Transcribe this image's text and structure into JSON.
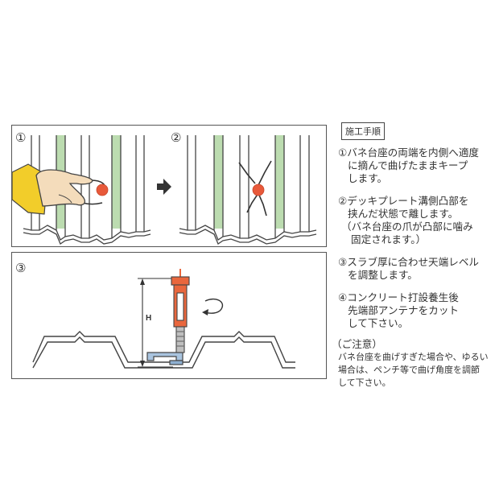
{
  "diagram": {
    "step_markers": {
      "step1": "①",
      "step2": "②",
      "step3": "③"
    },
    "dimension_label": "H",
    "colors": {
      "green_stripe": "#bcdcb0",
      "red_dot": "#e8593a",
      "hand": "#f4dcbb",
      "sleeve_yellow": "#f2cd2a",
      "clip_blue": "#a9c4df",
      "bolt_orange": "#e9673d",
      "line": "#444444"
    }
  },
  "instructions": {
    "title": "施工手順",
    "step1": {
      "line1": "①バネ台座の両端を内側へ適度",
      "line2": "に摘んで曲げたままキープ",
      "line3": "します。"
    },
    "step2": {
      "line1": "②デッキプレート溝側凸部を",
      "line2": "挟んだ状態で離します。",
      "line3": "（バネ台座の爪が凸部に噛み",
      "line4": "固定されます。）"
    },
    "step3": {
      "line1": "③スラブ厚に合わせ天端レベル",
      "line2": "を調整します。"
    },
    "step4": {
      "line1": "④コンクリート打設養生後",
      "line2": "先端部アンテナをカット",
      "line3": "して下さい。"
    },
    "note": {
      "heading": "（ご注意）",
      "line1": "バネ台座を曲げすぎた場合や、ゆるい",
      "line2": "場合は、ペンチ等で曲げ角度を調節",
      "line3": "して下さい。"
    }
  }
}
